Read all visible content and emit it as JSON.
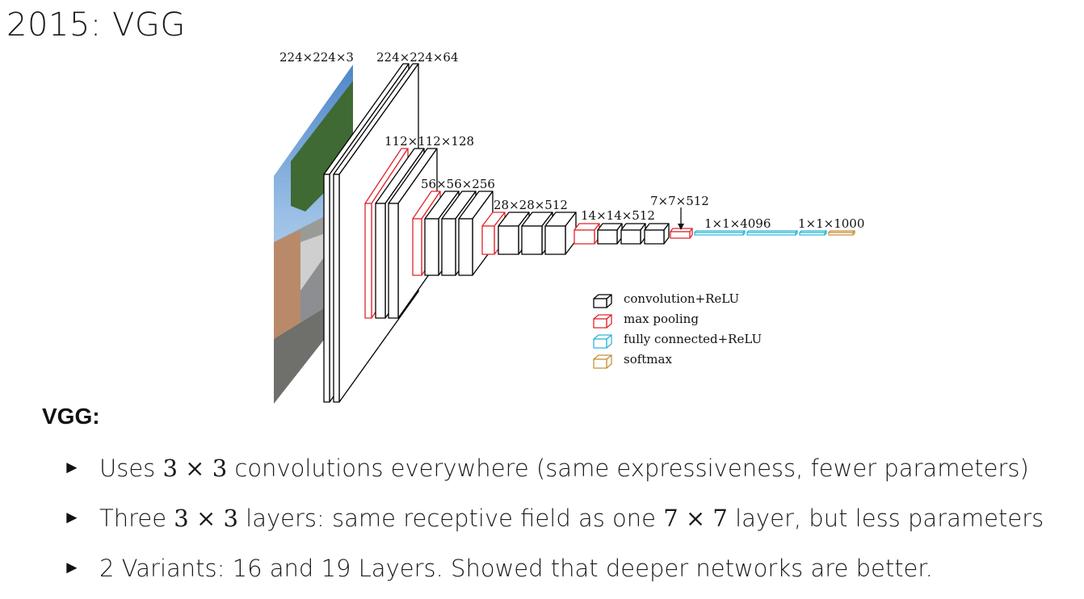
{
  "title": "2015: VGG",
  "diagram": {
    "dim_labels": [
      "224×224×3",
      "224×224×64",
      "112×112×128",
      "56×56×256",
      "28×28×512",
      "14×14×512",
      "7×7×512",
      "1×1×4096",
      "1×1×1000"
    ],
    "legend": [
      {
        "label": "convolution+ReLU",
        "color": "#000000",
        "icon": "conv-cube-icon"
      },
      {
        "label": "max pooling",
        "color": "#e0242b",
        "icon": "pool-cube-icon"
      },
      {
        "label": "fully connected+ReLU",
        "color": "#2bb6d8",
        "icon": "fc-cube-icon"
      },
      {
        "label": "softmax",
        "color": "#c8913a",
        "icon": "softmax-cube-icon"
      }
    ],
    "colors": {
      "conv": "#000000",
      "pool": "#e0242b",
      "fc": "#2bb6d8",
      "softmax": "#c8913a"
    }
  },
  "section_heading": "VGG:",
  "bullets": [
    {
      "pre": "Uses ",
      "math": "3 × 3",
      "post": " convolutions everywhere (same expressiveness, fewer parameters)"
    },
    {
      "pre": "Three ",
      "math": "3 × 3",
      "mid": " layers: same receptive field as one ",
      "math2": "7 × 7",
      "post": " layer, but less parameters"
    },
    {
      "pre": "2 Variants: 16 and 19 Layers. Showed that deeper networks are better."
    }
  ],
  "bullet_marker": "►"
}
